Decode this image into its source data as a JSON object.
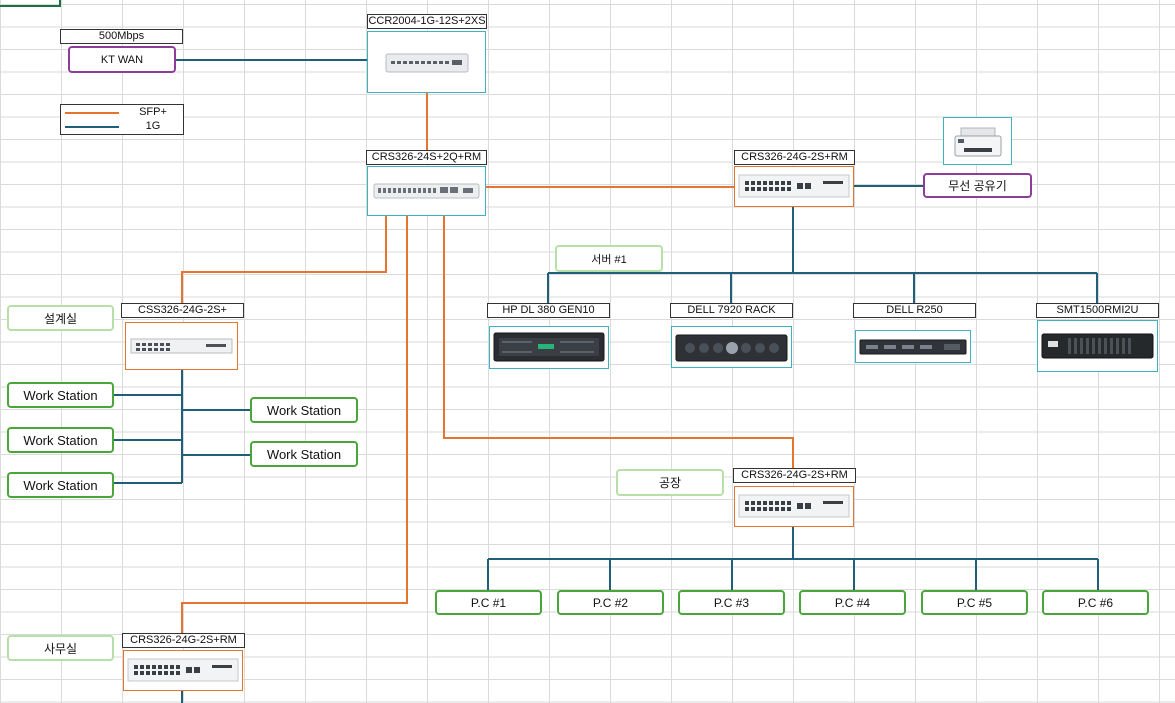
{
  "wan": {
    "speed": "500Mbps",
    "label": "KT WAN"
  },
  "legend": [
    {
      "label": "SFP+",
      "color": "#e5742e"
    },
    {
      "label": "1G",
      "color": "#1f5f7a"
    }
  ],
  "devices": {
    "ccr": "CCR2004-1G-12S+2XS",
    "core": "CRS326-24S+2Q+RM",
    "server_switch": "CRS326-24G-2S+RM",
    "design_switch": "CSS326-24G-2S+",
    "factory_switch": "CRS326-24G-2S+RM",
    "office_switch": "CRS326-24G-2S+RM"
  },
  "wireless": "무선 공유기",
  "servers_group": "서버 #1",
  "servers": [
    "HP DL 380 GEN10",
    "DELL 7920 RACK",
    "DELL R250",
    "SMT1500RMI2U"
  ],
  "rooms": {
    "design": "설계실",
    "factory": "공장",
    "office": "사무실"
  },
  "workstations": [
    "Work Station",
    "Work Station",
    "Work Station",
    "Work Station",
    "Work Station"
  ],
  "pcs": [
    "P.C #1",
    "P.C #2",
    "P.C #3",
    "P.C #4",
    "P.C #5",
    "P.C #6"
  ]
}
